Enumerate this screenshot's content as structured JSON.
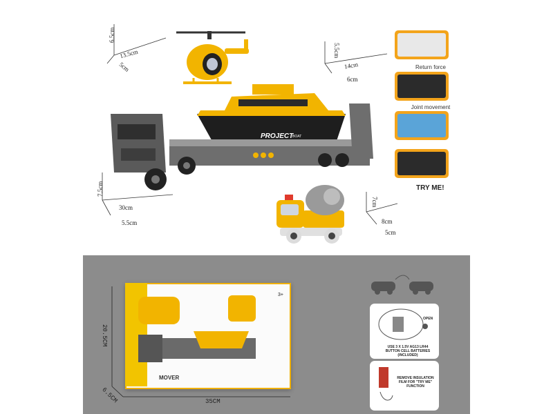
{
  "top_dimensions": {
    "helicopter": {
      "height": "6.5cm",
      "length": "13.5cm",
      "width": "5cm"
    },
    "boat": {
      "height": "5.5cm",
      "length": "14cm",
      "width": "6cm"
    },
    "truck": {
      "height": "7.5cm",
      "length": "30cm",
      "width": "5.5cm"
    },
    "mixer": {
      "height": "7cm",
      "length": "8cm",
      "width": "5cm"
    }
  },
  "boat_brand": "PROJECT",
  "boat_sub": "BOAT",
  "features": [
    {
      "label": "Return force"
    },
    {
      "label": "Joint movement"
    },
    {
      "label": ""
    },
    {
      "label": "TRY ME!"
    }
  ],
  "package": {
    "brand": "MOVER",
    "age": "3+",
    "height": "20.5CM",
    "depth": "6.5CM",
    "width": "35CM"
  },
  "battery_note": "USE 3 X 1.5V AG13 LR44 BUTTON CELL BATTERIES (INCLUDED)",
  "open_label": "OPEN",
  "insulation_note": "REMOVE INSULATION FILM FOR \"TRY ME\" FUNCTION",
  "colors": {
    "accent_yellow": "#f2b400",
    "panel_gray": "#8c8c8c",
    "truck_gray": "#5a5a5a",
    "orange": "#f3a41b"
  }
}
